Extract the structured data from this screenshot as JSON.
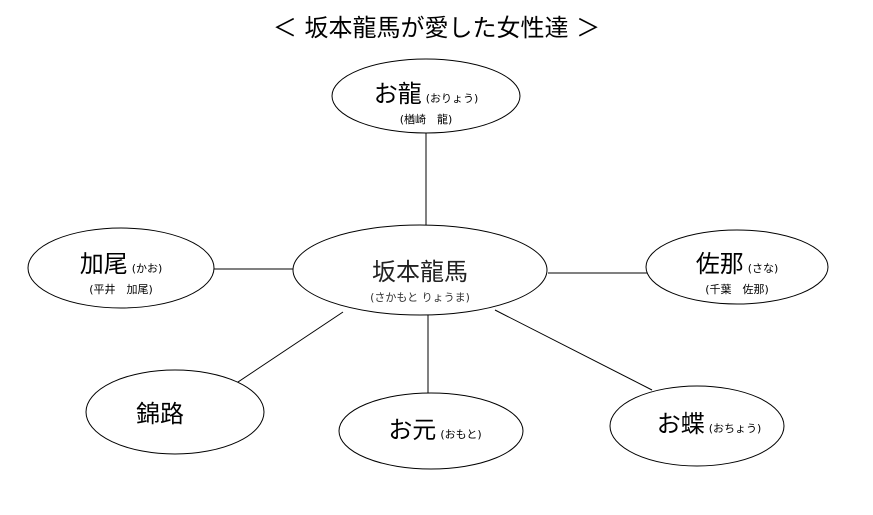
{
  "title": "＜  坂本龍馬が愛した女性達  ＞",
  "center": {
    "name": "坂本龍馬",
    "reading": "(さかもと りょうま)"
  },
  "nodes": {
    "oryo": {
      "name": "お龍",
      "reading": "(おりょう)",
      "full_name": "(楢崎　龍)"
    },
    "kao": {
      "name": "加尾",
      "reading": "(かお)",
      "full_name": "(平井　加尾)"
    },
    "sana": {
      "name": "佐那",
      "reading": "(さな)",
      "full_name": "(千葉　佐那)"
    },
    "nishikiji": {
      "name": "錦路"
    },
    "omoto": {
      "name": "お元",
      "reading": "(おもと)"
    },
    "ocho": {
      "name": "お蝶",
      "reading": "(おちょう)"
    }
  }
}
